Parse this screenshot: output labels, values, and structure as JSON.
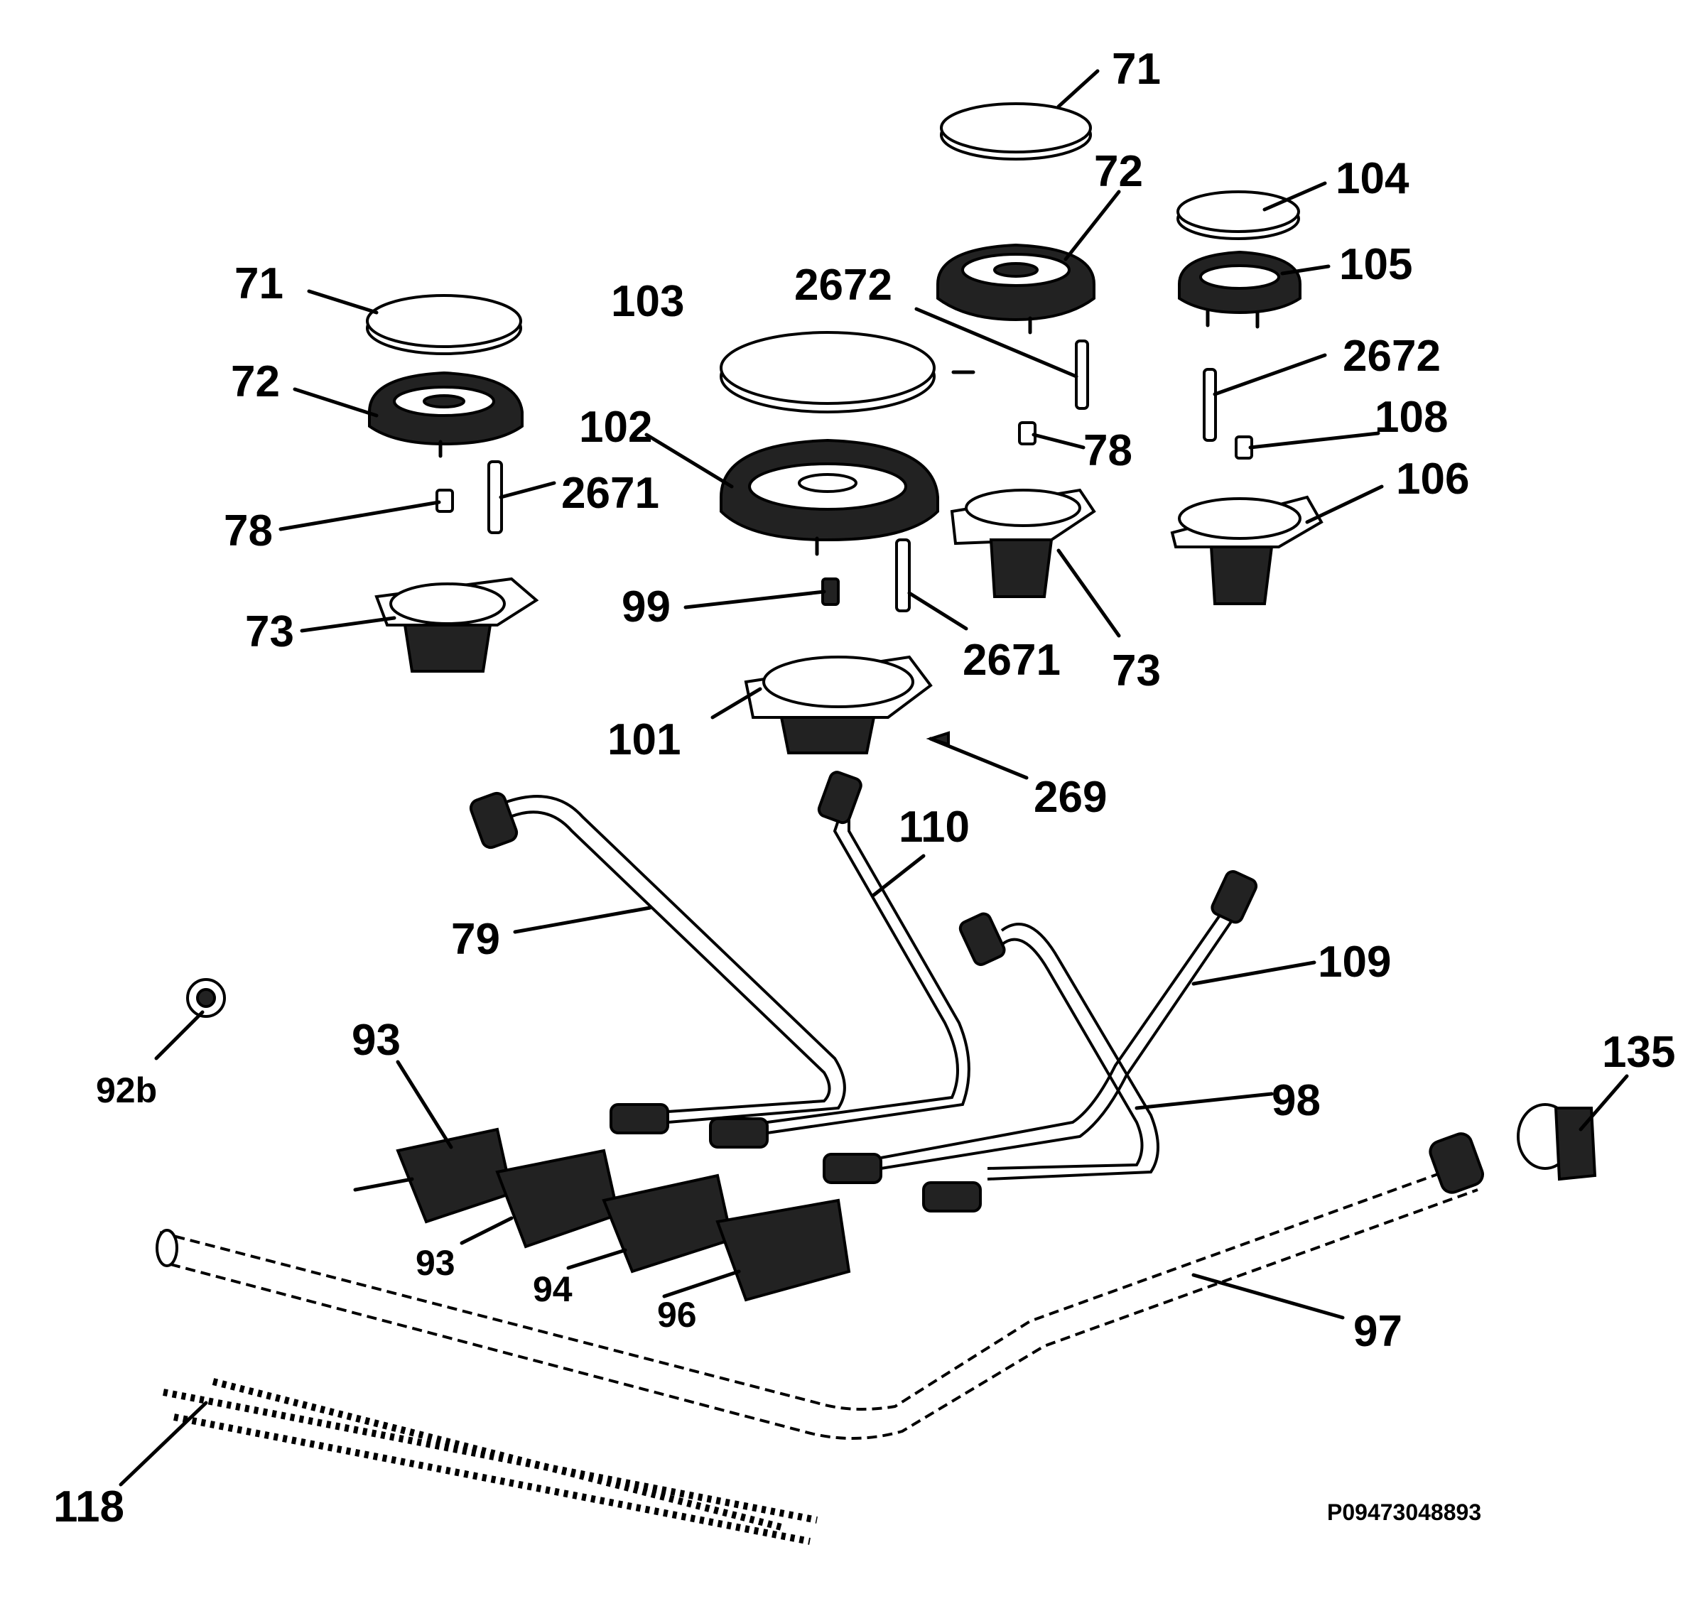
{
  "labels": {
    "l71_top": "71",
    "l72_top": "72",
    "l104": "104",
    "l105": "105",
    "l2672_a": "2672",
    "l2672_b": "2672",
    "l108": "108",
    "l78_right": "78",
    "l106": "106",
    "l71_left": "71",
    "l103": "103",
    "l72_left": "72",
    "l102": "102",
    "l2671_a": "2671",
    "l78_left": "78",
    "l99": "99",
    "l73_left": "73",
    "l2671_b": "2671",
    "l73_right": "73",
    "l101": "101",
    "l269": "269",
    "l110": "110",
    "l79": "79",
    "l109": "109",
    "l92b": "92b",
    "l93_top": "93",
    "l135": "135",
    "l98": "98",
    "l93_bottom": "93",
    "l94": "94",
    "l96": "96",
    "l97": "97",
    "l118": "118"
  },
  "drawing_code": "P09473048893"
}
